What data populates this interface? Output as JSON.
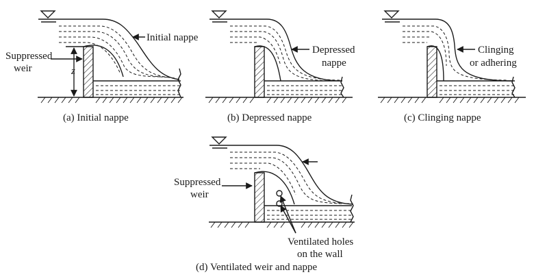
{
  "panel_a": {
    "caption": "(a) Initial nappe",
    "label_nappe": "Initial nappe",
    "label_weir_1": "Suppressed",
    "label_weir_2": "weir",
    "label_z": "z"
  },
  "panel_b": {
    "caption": "(b) Depressed nappe",
    "label_1": "Depressed",
    "label_2": "nappe"
  },
  "panel_c": {
    "caption": "(c) Clinging nappe",
    "label_1": "Clinging",
    "label_2": "or adhering"
  },
  "panel_d": {
    "caption": "(d) Ventilated weir and nappe",
    "label_weir_1": "Suppressed",
    "label_weir_2": "weir",
    "label_holes_1": "Ventilated holes",
    "label_holes_2": "on the wall"
  }
}
